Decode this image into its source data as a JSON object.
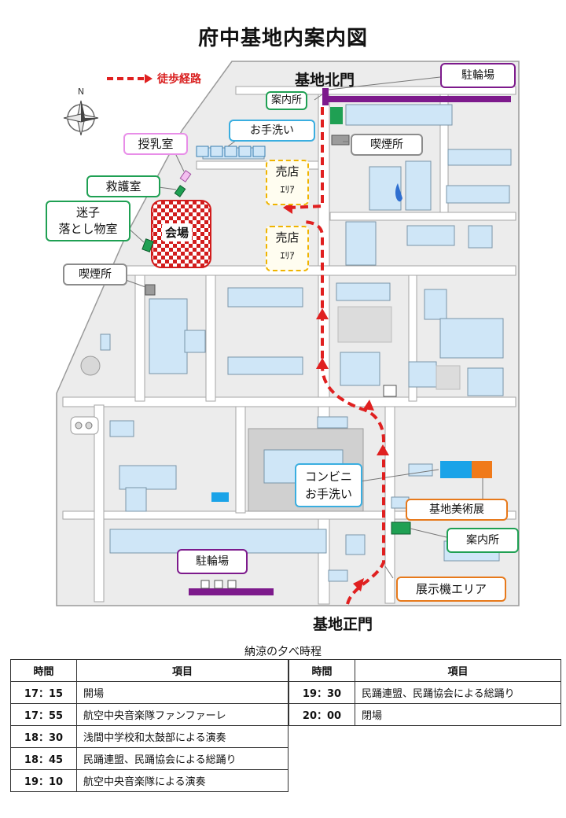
{
  "title": "府中基地内案内図",
  "legend": {
    "label": "徒歩経路"
  },
  "compass": {
    "north": "N"
  },
  "gates": {
    "north": "基地北門",
    "main": "基地正門"
  },
  "labels": {
    "info_north": "案内所",
    "bicycle_north": "駐輪場",
    "restroom": "お手洗い",
    "smoking_north": "喫煙所",
    "nursing": "授乳室",
    "first_aid": "救護室",
    "lost_child": "迷子",
    "lost_found": "落とし物室",
    "venue": "会場",
    "smoking_west": "喫煙所",
    "shop_area_1_top": "売店",
    "shop_area_1_bottom": "ｴﾘｱ",
    "shop_area_2_top": "売店",
    "shop_area_2_bottom": "ｴﾘｱ",
    "convenience": "コンビニ",
    "convenience_restroom": "お手洗い",
    "art_exhibition": "基地美術展",
    "info_south": "案内所",
    "bicycle_south": "駐輪場",
    "display_area": "展示機エリア"
  },
  "colors": {
    "route": "#e02020",
    "building": "#cfe6f7",
    "purple": "#7d1a8c",
    "green": "#1fa053",
    "orange": "#f07a1a",
    "cyan": "#1aa3e8"
  },
  "schedule": {
    "title": "納涼の夕べ時程",
    "headers": {
      "time": "時間",
      "item": "項目"
    },
    "left": [
      {
        "time": "17：15",
        "item": "開場"
      },
      {
        "time": "17：55",
        "item": "航空中央音楽隊ファンファーレ"
      },
      {
        "time": "18：30",
        "item": "浅間中学校和太鼓部による演奏"
      },
      {
        "time": "18：45",
        "item": "民踊連盟、民踊協会による総踊り"
      },
      {
        "time": "19：10",
        "item": "航空中央音楽隊による演奏"
      }
    ],
    "right": [
      {
        "time": "19：30",
        "item": "民踊連盟、民踊協会による総踊り"
      },
      {
        "time": "20：00",
        "item": "閉場"
      }
    ]
  }
}
